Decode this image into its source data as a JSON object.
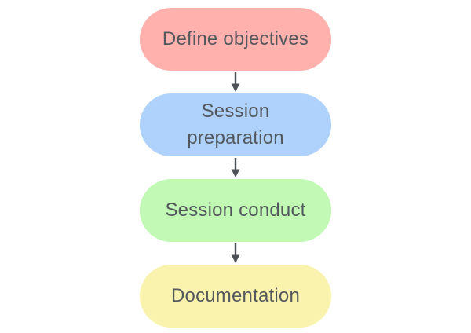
{
  "diagram": {
    "type": "flowchart",
    "direction": "top-down",
    "background_color": "#ffffff",
    "text_color": "#54585d",
    "arrow_color": "#4d5156",
    "nodes": [
      {
        "id": "define-objectives",
        "label": "Define objectives",
        "fill": "#ffb1ad"
      },
      {
        "id": "session-preparation",
        "label": "Session preparation",
        "fill": "#aed2fb"
      },
      {
        "id": "session-conduct",
        "label": "Session conduct",
        "fill": "#c1f9b5"
      },
      {
        "id": "documentation",
        "label": "Documentation",
        "fill": "#faf3ae"
      }
    ],
    "edges": [
      {
        "from": "define-objectives",
        "to": "session-preparation"
      },
      {
        "from": "session-preparation",
        "to": "session-conduct"
      },
      {
        "from": "session-conduct",
        "to": "documentation"
      }
    ]
  }
}
